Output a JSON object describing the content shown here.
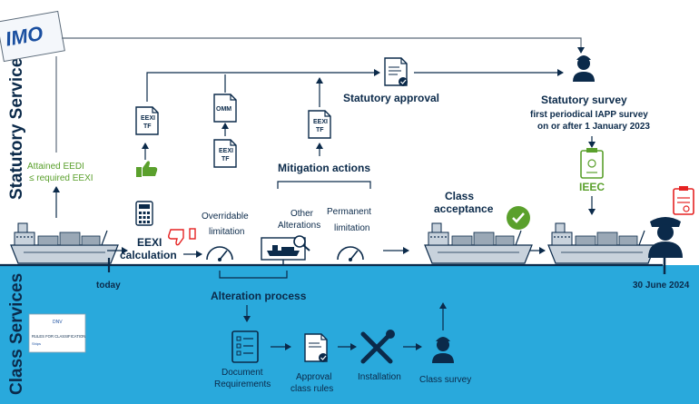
{
  "colors": {
    "navy": "#0b2a4a",
    "sea": "#29a9dc",
    "green": "#5aa02c",
    "red": "#e52222",
    "ship_grey": "#c8d2dc"
  },
  "logos": {
    "imo": "IMO",
    "dnv": "DNV"
  },
  "sections": {
    "statutory": "Statutory Services",
    "class": "Class Services"
  },
  "labels": {
    "attained_1": "Attained EEDI",
    "attained_2": "≤ required EEXI",
    "eexi_calc_1": "EEXI",
    "eexi_calc_2": "calculation",
    "overridable_1": "Overridable",
    "overridable_2": "limitation",
    "mitigation": "Mitigation actions",
    "other_1": "Other",
    "other_2": "Alterations",
    "permanent_1": "Permanent",
    "permanent_2": "limitation",
    "statutory_approval": "Statutory approval",
    "class_acceptance_1": "Class",
    "class_acceptance_2": "acceptance",
    "statutory_survey": "Statutory survey",
    "survey_note_1": "first periodical IAPP survey",
    "survey_note_2": "on or after 1 January 2023",
    "ieec": "IEEC",
    "today": "today",
    "deadline": "30 June 2024",
    "alteration_process": "Alteration process",
    "doc_req_1": "Document",
    "doc_req_2": "Requirements",
    "approval_1": "Approval",
    "approval_2": "class rules",
    "installation": "Installation",
    "class_survey": "Class survey",
    "rules_title": "RULES FOR CLASSIFICATION",
    "rules_sub": "Ships"
  },
  "docs": {
    "eexi_tf": [
      "EEXI",
      "TF"
    ],
    "omm": "OMM",
    "eexi_tf_over": [
      "EEXI",
      "TF"
    ],
    "eexi_tf_mit": [
      "EEXI",
      "TF"
    ]
  }
}
